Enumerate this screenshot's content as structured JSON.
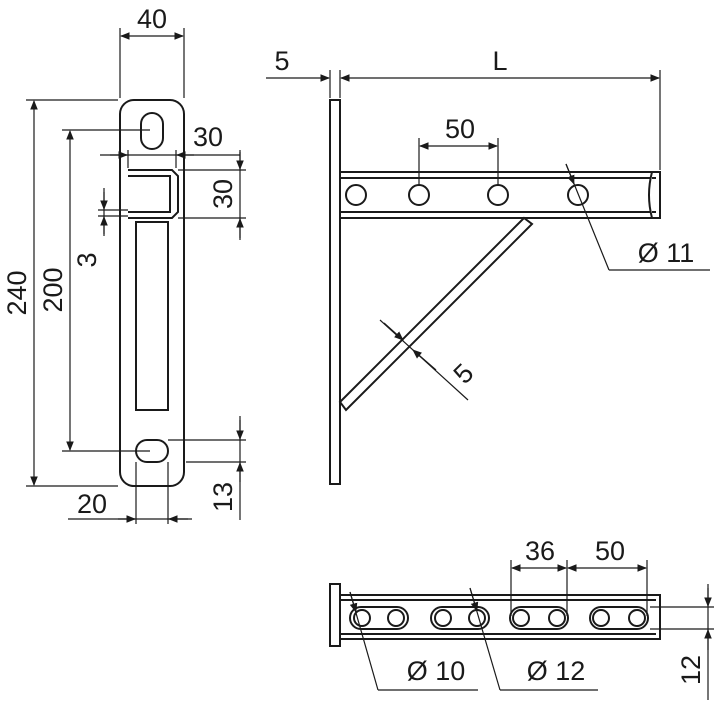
{
  "dimensions": {
    "width": "40",
    "height_total": "240",
    "hole_spacing": "200",
    "top_30": "30",
    "side_30": "30",
    "thickness_3": "3",
    "bottom_20": "20",
    "bottom_13": "13",
    "plate_5": "5",
    "length": "L",
    "spacing_50_side": "50",
    "hole_11": "Ø 11",
    "strut_5": "5",
    "spacing_36": "36",
    "spacing_50_bottom": "50",
    "hole_10": "Ø 10",
    "hole_12": "Ø 12",
    "height_12": "12"
  }
}
